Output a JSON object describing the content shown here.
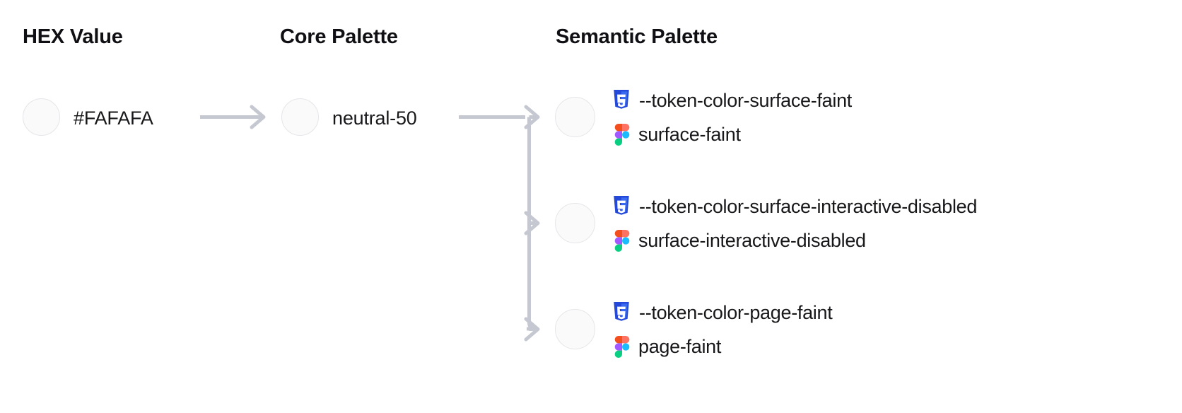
{
  "columns": {
    "hex": {
      "title": "HEX Value"
    },
    "core": {
      "title": "Core Palette"
    },
    "semantic": {
      "title": "Semantic Palette"
    }
  },
  "hex": {
    "value": "#FAFAFA",
    "swatch_color": "#FAFAFA"
  },
  "core": {
    "value": "neutral-50",
    "swatch_color": "#FAFAFA"
  },
  "semantic": {
    "rows": [
      {
        "swatch_color": "#FAFAFA",
        "css_token": "--token-color-surface-faint",
        "figma_token": "surface-faint",
        "css_icon": "css3-icon",
        "figma_icon": "figma-icon"
      },
      {
        "swatch_color": "#FAFAFA",
        "css_token": "--token-color-surface-interactive-disabled",
        "figma_token": "surface-interactive-disabled",
        "css_icon": "css3-icon",
        "figma_icon": "figma-icon"
      },
      {
        "swatch_color": "#FAFAFA",
        "css_token": "--token-color-page-faint",
        "figma_token": "page-faint",
        "css_icon": "css3-icon",
        "figma_icon": "figma-icon"
      }
    ]
  },
  "theme": {
    "background": "#FFFFFF",
    "text": "#18181B",
    "heading": "#101014",
    "connector": "#C5C8D0",
    "swatch_border": "#E6E6EA",
    "css_blue": "#1572B6",
    "css_blue_dark": "#2449D8",
    "css_blue_light": "#3A6AF0",
    "figma_orange": "#F24E1E",
    "figma_purple": "#A259FF",
    "figma_blue": "#1ABCFE",
    "figma_green": "#0ACF83"
  },
  "connectors": [
    {
      "name": "hex-to-core-arrow",
      "kind": "straight-arrow"
    },
    {
      "name": "core-to-semantic-branch",
      "kind": "branching-arrow",
      "branches": 3
    }
  ]
}
